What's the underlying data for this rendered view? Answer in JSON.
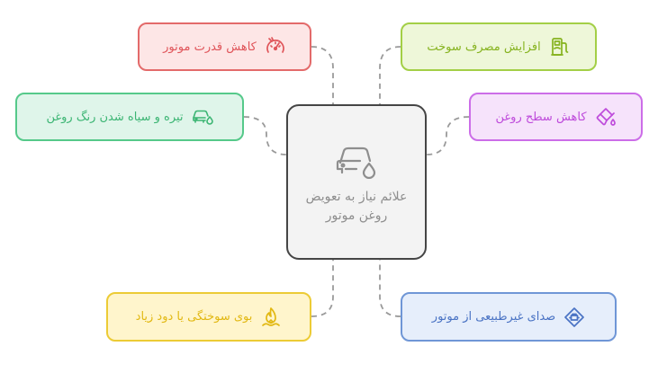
{
  "center": {
    "title": "علائم نیاز به تعویض روغن موتور",
    "icon": "car-oil-drop-icon"
  },
  "nodes": {
    "power": {
      "label": "کاهش قدرت موتور",
      "icon": "speedometer-icon",
      "color": "#e0555a"
    },
    "fuel": {
      "label": "افزایش مصرف سوخت",
      "icon": "fuel-pump-icon",
      "color": "#86b31f"
    },
    "dark": {
      "label": "تیره و سیاه شدن رنگ روغن",
      "icon": "car-oil-drop-icon",
      "color": "#3bb573"
    },
    "level": {
      "label": "کاهش سطح روغن",
      "icon": "oil-can-icon",
      "color": "#be4bdb"
    },
    "smell": {
      "label": "بوی سوختگی یا دود زیاد",
      "icon": "fire-smoke-icon",
      "color": "#e2b812"
    },
    "noise": {
      "label": "صدای غیرطبیعی از موتور",
      "icon": "engine-warning-icon",
      "color": "#4a73c4"
    }
  }
}
